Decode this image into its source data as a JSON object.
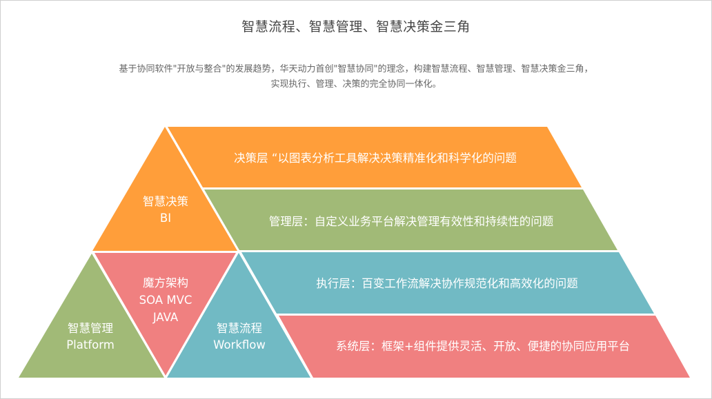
{
  "header": {
    "title": "智慧流程、智慧管理、智慧决策金三角",
    "description_line1": "基于协同软件\"开放与整合\"的发展趋势，华天动力首创\"智慧协同\"的理念，构建智慧流程、智慧管理、智慧决策金三角，",
    "description_line2": "实现执行、管理、决策的完全协同一体化。"
  },
  "colors": {
    "orange": "#FF9E3A",
    "green": "#A1BA77",
    "red": "#F08080",
    "teal": "#71BAC4",
    "text": "#444444",
    "frame_border": "#cfcfcf"
  },
  "triangles": {
    "decision": {
      "line1": "智慧决策",
      "line2": "BI"
    },
    "architecture": {
      "line1": "魔方架构",
      "line2": "SOA MVC",
      "line3": "JAVA"
    },
    "management": {
      "line1": "智慧管理",
      "line2": "Platform"
    },
    "workflow": {
      "line1": "智慧流程",
      "line2": "Workflow"
    }
  },
  "layers": [
    {
      "name": "决策层",
      "text": "决策层 “以图表分析工具解决决策精准化和科学化的问题"
    },
    {
      "name": "管理层",
      "text": "管理层：自定义业务平台解决管理有效性和持续性的问题"
    },
    {
      "name": "执行层",
      "text": "执行层：百变工作流解决协作规范化和高效化的问题"
    },
    {
      "name": "系统层",
      "text": "系统层：框架+组件提供灵活、开放、便捷的协同应用平台"
    }
  ]
}
